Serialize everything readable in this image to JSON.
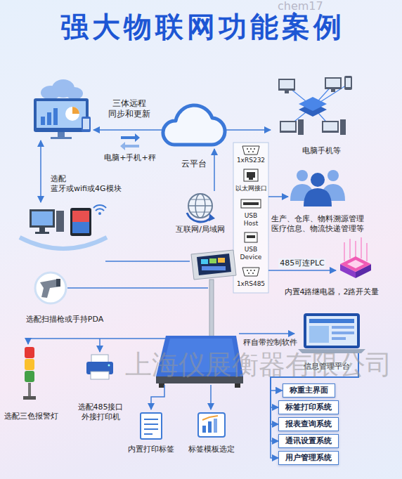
{
  "diagram": {
    "title": "强大物联网功能案例",
    "nodes": [
      {
        "text": [
          "三体远程 同步和更新"
        ]
      },
      {
        "text": [
          "云平台"
        ]
      },
      {
        "text": [
          "电脑手机等"
        ]
      },
      {
        "text": [
          "选配 蓝牙或wifi或4G模块"
        ]
      },
      {
        "text": [
          "互联网/局域网"
        ]
      },
      {
        "text": [
          "1xRS232",
          "以太网接口",
          "USB Host",
          "USB Device",
          "1xRS485"
        ]
      },
      {
        "text": [
          "生产、仓库、物料溯源管理 医疗信息、物流快递管理等"
        ]
      },
      {
        "text": [
          "内置4路继电器，2路开关量"
        ]
      },
      {
        "text": [
          "选配扫描枪或手持PDA"
        ]
      },
      {
        "text": [
          "信息管理平台"
        ]
      },
      {
        "text": [
          "选配三色报警灯"
        ]
      },
      {
        "text": [
          "选配485接口 外接打印机"
        ]
      },
      {
        "text": [
          "称重主界面"
        ]
      },
      {
        "text": [
          "标签打印系统"
        ]
      },
      {
        "text": [
          "报表查询系统"
        ]
      },
      {
        "text": [
          "通讯设置系统"
        ]
      },
      {
        "text": [
          "用户管理系统"
        ]
      },
      {
        "text": [
          "内置打印标签"
        ]
      },
      {
        "text": [
          "标签模板选定"
        ]
      }
    ],
    "edges": [
      {
        "from": 1,
        "to": 0,
        "arrow": "to"
      },
      {
        "from": 1,
        "to": 2,
        "arrow": "to"
      },
      {
        "from": 4,
        "to": 1,
        "arrow": "to"
      },
      {
        "from": 0,
        "to": 3,
        "arrow": "both"
      },
      {
        "from": 5,
        "to": 6,
        "arrow": "to"
      },
      {
        "from": 5,
        "to": 7,
        "label": "485可连PLC",
        "arrow": "to"
      },
      {
        "from": 9,
        "to": 12,
        "arrow": "to"
      },
      {
        "from": 9,
        "to": 13,
        "arrow": "to"
      },
      {
        "from": 9,
        "to": 14,
        "arrow": "to"
      },
      {
        "from": 9,
        "to": 15,
        "arrow": "to"
      },
      {
        "from": 9,
        "to": 16,
        "arrow": "to"
      }
    ],
    "labels": [
      "chem17",
      "电脑+手机+秤",
      "秤自带控制软件",
      "上海仪展衡器有限公司"
    ]
  }
}
